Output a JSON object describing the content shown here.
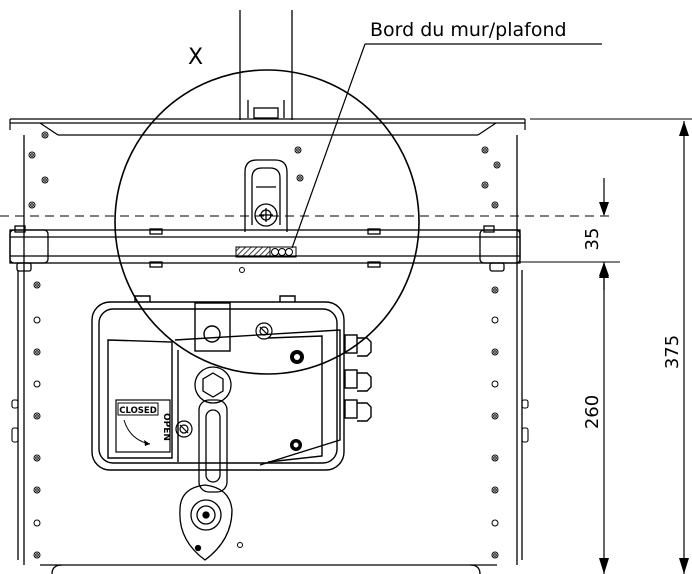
{
  "labels": {
    "detail_marker": "X",
    "edge_callout": "Bord du mur/plafond",
    "badge_closed": "CLOSED",
    "badge_open": "OPEN"
  },
  "dimensions": {
    "offset": "35",
    "lower": "260",
    "total": "375"
  },
  "colors": {
    "line": "#000000",
    "background": "#ffffff"
  },
  "icons": [
    "hole-icon",
    "screw-icon",
    "knob-icon",
    "arrow-icon"
  ]
}
